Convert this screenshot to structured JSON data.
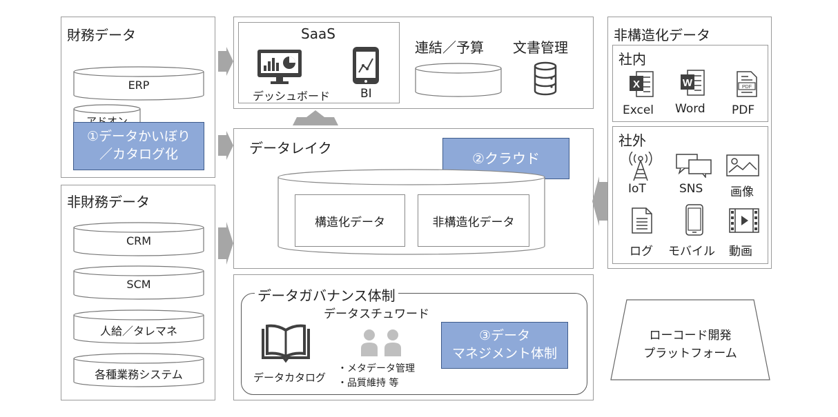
{
  "financial": {
    "title": "財務データ",
    "erp": "ERP",
    "addon": "アドオン",
    "highlight_line1": "①データかいぼり",
    "highlight_line2": "／カタログ化"
  },
  "nonfinancial": {
    "title": "非財務データ",
    "items": [
      "CRM",
      "SCM",
      "人給／タレマネ",
      "各種業務システム"
    ]
  },
  "saas": {
    "title": "SaaS",
    "dashboard": "デッシュボード",
    "bi": "BI",
    "consolidation": "連結／予算",
    "document_mgmt": "文書管理"
  },
  "datalake": {
    "title": "データレイク",
    "cloud": "②クラウド",
    "structured": "構造化データ",
    "unstructured": "非構造化データ"
  },
  "governance": {
    "title": "データガバナンス体制",
    "steward": "データスチュワード",
    "catalog": "データカタログ",
    "bullet1": "・メタデータ管理",
    "bullet2": "・品質維持 等",
    "mgmt_line1": "③データ",
    "mgmt_line2": "マネジメント体制"
  },
  "unstructured_panel": {
    "title": "非構造化データ",
    "internal": {
      "title": "社内",
      "items": [
        "Excel",
        "Word",
        "PDF"
      ]
    },
    "external": {
      "title": "社外",
      "items": [
        "IoT",
        "SNS",
        "画像",
        "ログ",
        "モバイル",
        "動画"
      ]
    }
  },
  "lowcode": {
    "line1": "ローコード開発",
    "line2": "プラットフォーム"
  },
  "icons": {
    "excel_letter": "X",
    "word_letter": "W",
    "pdf_letter": "PDF"
  },
  "colors": {
    "highlight": "#8ea9d8",
    "arrow": "#a6a6a6",
    "icon": "#404040"
  }
}
